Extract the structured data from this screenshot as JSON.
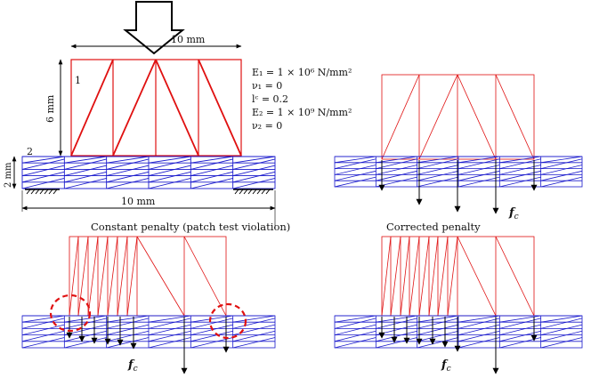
{
  "panel_top_left": {
    "dim_width": "10 mm",
    "dim_height": "6 mm",
    "dim_thickness": "2 mm",
    "dim_bottom": "10 mm",
    "body1_label": "1",
    "body2_label": "2",
    "props": [
      "E₁ = 1 × 10⁶ N/mm²",
      "ν₁ = 0",
      "lᶜ = 0.2",
      "E₂ = 1 × 10⁹ N/mm²",
      "ν₂ = 0"
    ]
  },
  "panel_top_right": {
    "force_label": "f",
    "force_sub": "c"
  },
  "panel_bottom_left": {
    "caption": "Constant penalty (patch test violation)",
    "force_label": "f",
    "force_sub": "c"
  },
  "panel_bottom_right": {
    "caption": "Corrected penalty",
    "force_label": "f",
    "force_sub": "c"
  },
  "colors": {
    "upper_mesh": "#e01010",
    "lower_mesh": "#1a1acc",
    "arrow": "#000000",
    "violation_circle": "#e01010"
  }
}
